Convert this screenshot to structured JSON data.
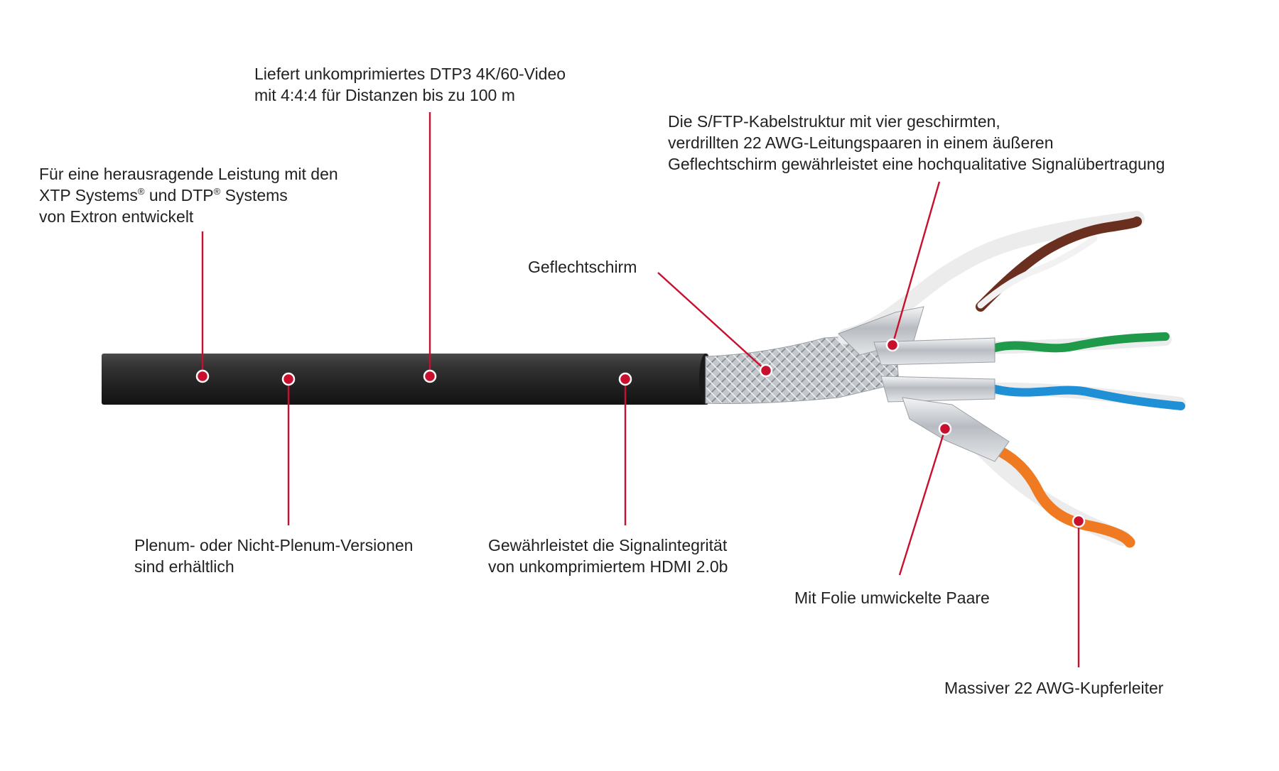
{
  "callouts": {
    "performance": {
      "line1": "Für eine herausragende Leistung mit den",
      "line2a": "XTP Systems",
      "line2b": " und DTP",
      "line2c": " Systems",
      "registered": "®",
      "line3": "von Extron entwickelt"
    },
    "video": {
      "line1": "Liefert unkomprimiertes DTP3 4K/60-Video",
      "line2": "mit 4:4:4 für Distanzen bis zu 100 m"
    },
    "structure": {
      "line1": "Die S/FTP-Kabelstruktur mit vier geschirmten,",
      "line2": "verdrillten 22 AWG-Leitungspaaren in einem äußeren",
      "line3": "Geflechtschirm gewährleistet eine hochqualitative Signalübertragung"
    },
    "braid": {
      "line1": "Geflechtschirm"
    },
    "plenum": {
      "line1": "Plenum- oder Nicht-Plenum-Versionen",
      "line2": "sind erhältlich"
    },
    "integrity": {
      "line1": "Gewährleistet die Signalintegrität",
      "line2": "von unkomprimiertem HDMI  2.0b"
    },
    "foil": {
      "line1": "Mit Folie umwickelte Paare"
    },
    "copper": {
      "line1": "Massiver 22  AWG-Kupferleiter"
    }
  },
  "colors": {
    "callout_line": "#c8102e",
    "jacket": "#2a2a2a",
    "pair_brown": "#6b2f1f",
    "pair_green": "#1f9a4a",
    "pair_blue": "#1f8fd6",
    "pair_orange": "#f07a22",
    "wire_white": "#f2f2f2",
    "foil": "#cfd3d8",
    "braid": "#b9bdc2"
  }
}
